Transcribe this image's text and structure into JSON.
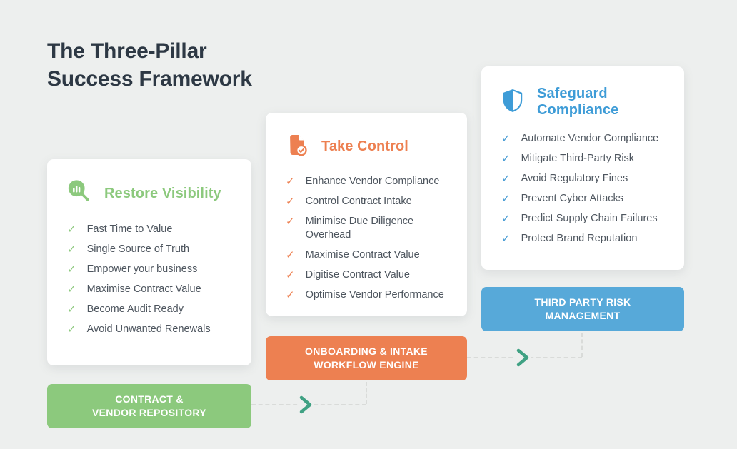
{
  "background_color": "#edefee",
  "title": {
    "line1": "The Three-Pillar",
    "line2": "Success Framework",
    "color": "#2d3844"
  },
  "check_glyph": "✓",
  "pillars": [
    {
      "heading": "Restore Visibility",
      "icon": "magnifier-chart-icon",
      "accent_color": "#8cc97d",
      "items": [
        "Fast Time to Value",
        "Single Source of Truth",
        "Empower your business",
        "Maximise Contract Value",
        "Become Audit Ready",
        "Avoid Unwanted Renewals"
      ],
      "banner_label": "CONTRACT &\nVENDOR REPOSITORY",
      "banner_color": "#8cc97d"
    },
    {
      "heading": "Take Control",
      "icon": "document-check-icon",
      "accent_color": "#ed8051",
      "items": [
        "Enhance Vendor Compliance",
        "Control Contract Intake",
        "Minimise Due Diligence Overhead",
        "Maximise Contract Value",
        "Digitise Contract Value",
        "Optimise Vendor Performance"
      ],
      "banner_label": "ONBOARDING & INTAKE\nWORKFLOW ENGINE",
      "banner_color": "#ed8051"
    },
    {
      "heading": "Safeguard Compliance",
      "icon": "shield-icon",
      "accent_color": "#3e9cd7",
      "items": [
        "Automate Vendor Compliance",
        "Mitigate Third-Party Risk",
        "Avoid Regulatory Fines",
        "Prevent Cyber Attacks",
        "Predict Supply Chain Failures",
        "Protect Brand Reputation"
      ],
      "banner_label": "THIRD PARTY RISK\nMANAGEMENT",
      "banner_color": "#57a9d9"
    }
  ],
  "flow": {
    "chevron_color": "#3fa183",
    "dash_color": "#d9dbd9"
  }
}
